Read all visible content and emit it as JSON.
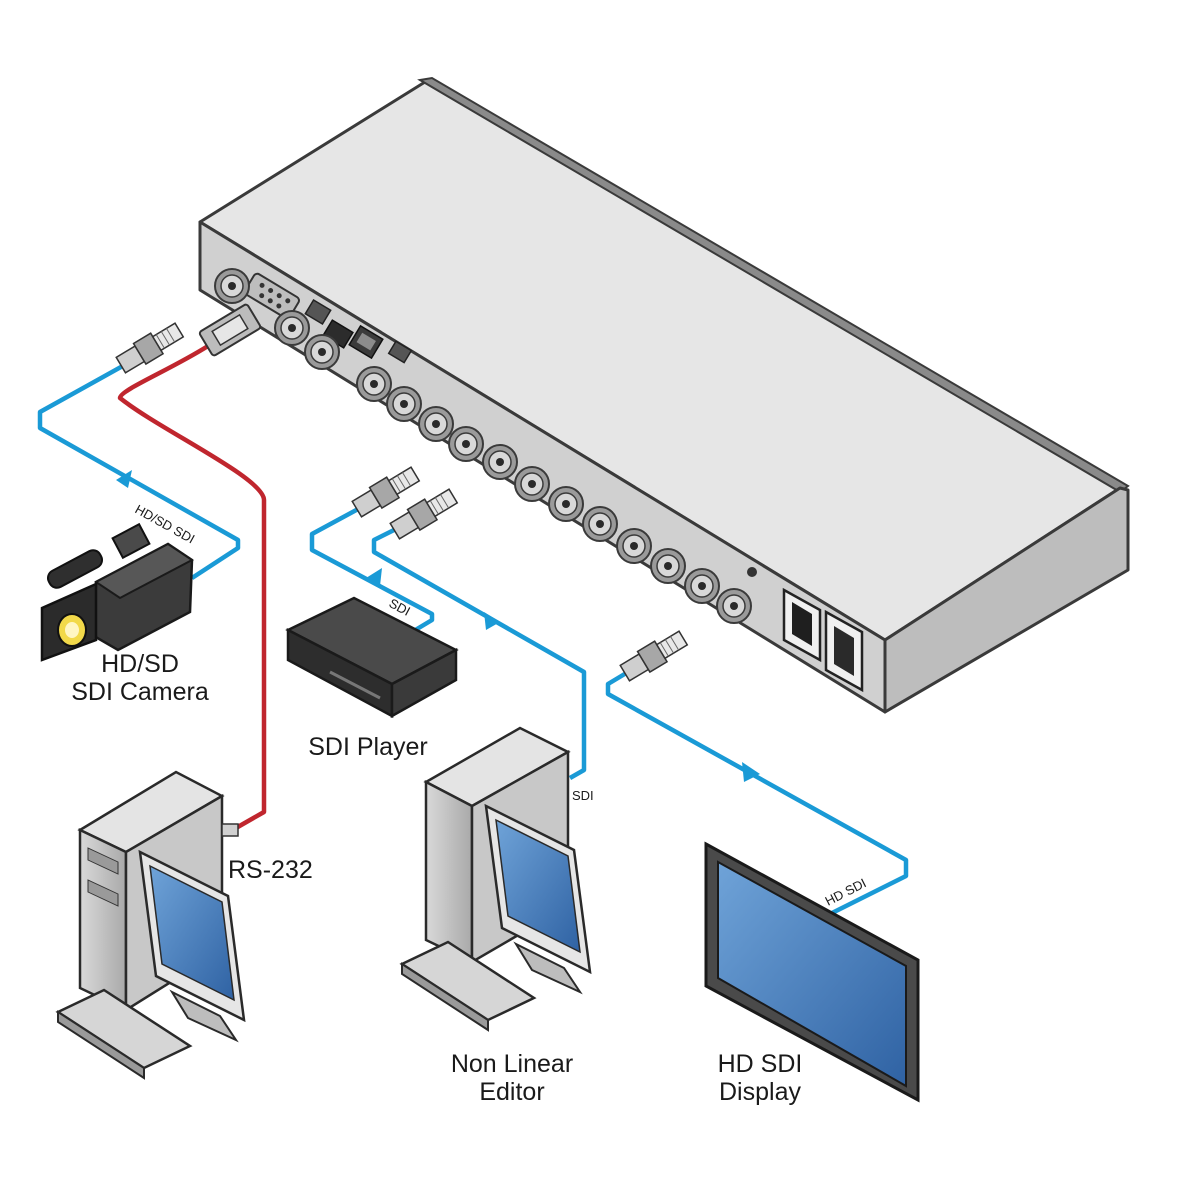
{
  "devices": {
    "camera": {
      "line1": "HD/SD",
      "line2": "SDI Camera"
    },
    "player": {
      "label": "SDI Player"
    },
    "computer": {
      "label": "RS-232"
    },
    "editor": {
      "line1": "Non Linear",
      "line2": "Editor"
    },
    "display": {
      "line1": "HD SDI",
      "line2": "Display"
    }
  },
  "cables": {
    "camera_cable": "HD/SD SDI",
    "player_cable": "SDI",
    "editor_cable": "SDI",
    "display_cable": "HD SDI"
  },
  "colors": {
    "sdi_cable": "#1a9ad6",
    "rs232_cable": "#c0262e",
    "chassis_top": "#e4e4e4",
    "chassis_front": "#cfcfcf",
    "screen": "#3f79b8"
  }
}
